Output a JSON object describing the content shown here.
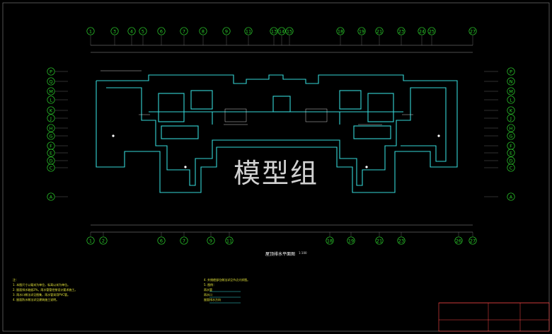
{
  "drawing": {
    "watermark": "模型组",
    "plan_title": "屋顶排水平面图",
    "scale": "1:100"
  },
  "axes": {
    "top": [
      "1",
      "3",
      "4",
      "5",
      "6",
      "7",
      "8",
      "9",
      "11",
      "13",
      "14",
      "15",
      "18",
      "19",
      "21",
      "23",
      "24",
      "25",
      "27"
    ],
    "bottom": [
      "1",
      "2",
      "6",
      "7",
      "9",
      "11",
      "18",
      "19",
      "21",
      "23",
      "26",
      "27"
    ],
    "left": [
      "P",
      "Q",
      "M",
      "L",
      "K",
      "J",
      "H",
      "G",
      "F",
      "E",
      "D",
      "C",
      "A"
    ],
    "right": [
      "P",
      "N",
      "M",
      "L",
      "K",
      "J",
      "H",
      "G",
      "F",
      "E",
      "D",
      "C",
      "A"
    ]
  },
  "notes": {
    "left": [
      "注：",
      "1. 本图尺寸以毫米为单位，标高以米为单位。",
      "2. 屋面排水坡度2%，雨水管管径按设计要求施工。",
      "3. 雨水口做法详见图集，雨水管采用PVC管。",
      "4. 屋面防水做法详见建筑施工说明。"
    ],
    "right": [
      "4. 外挑檐部位做法详见节点大样图。",
      "5. 图例：",
      "雨水管",
      "雨水口",
      "屋面排水方向"
    ]
  },
  "colors": {
    "grid_green": "#2ccf2c",
    "wall_cyan": "#35d6d6",
    "text_white": "#ffffff",
    "dim_gray": "#9a9a9a"
  }
}
